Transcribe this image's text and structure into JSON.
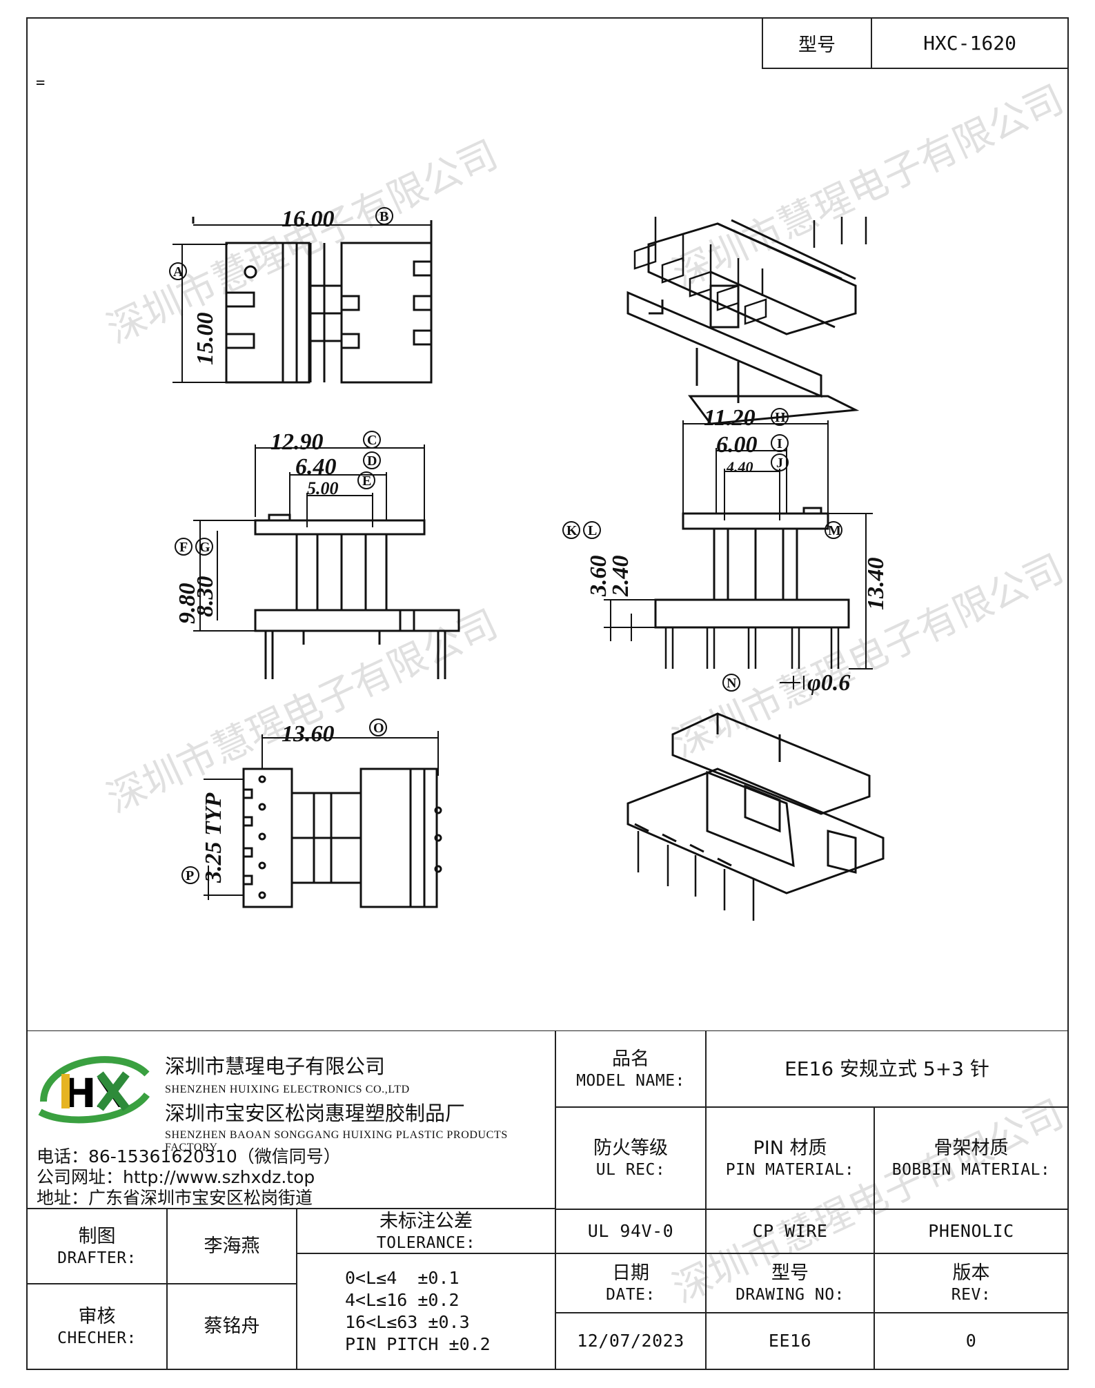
{
  "header": {
    "model_label": "型号",
    "model_value": "HXC-1620"
  },
  "note_mark": "=",
  "watermark": "深圳市慧瑆电子有限公司",
  "drawing": {
    "top_view": {
      "width": "16.00",
      "width_ref": "B",
      "height": "15.00",
      "height_ref": "A"
    },
    "front_view": {
      "d1": "12.90",
      "d1_ref": "C",
      "d2": "6.40",
      "d2_ref": "D",
      "d3": "5.00",
      "d3_ref": "E",
      "h1": "9.80",
      "h1_ref": "F",
      "h2": "8.30",
      "h2_ref": "G"
    },
    "side_view": {
      "d1": "11.20",
      "d1_ref": "H",
      "d2": "6.00",
      "d2_ref": "I",
      "d3": "4.40",
      "d3_ref": "J",
      "h1": "3.60",
      "h1_ref": "K",
      "h2": "2.40",
      "h2_ref": "L",
      "h3": "13.40",
      "h3_ref": "M",
      "pin": "φ0.6",
      "pin_ref": "N"
    },
    "bottom_view": {
      "width": "13.60",
      "width_ref": "O",
      "pitch": "3.25 TYP",
      "pitch_ref": "P"
    }
  },
  "company": {
    "logo_text": "HX",
    "name_cn": "深圳市慧瑆电子有限公司",
    "name_en": "SHENZHEN HUIXING ELECTRONICS CO.,LTD",
    "factory_cn": "深圳市宝安区松岗惠瑆塑胶制品厂",
    "factory_en": "SHENZHEN BAOAN SONGGANG HUIXING PLASTIC PRODUCTS FACTORY",
    "phone": "电话：86-15361620310（微信同号）",
    "website": "公司网址：http://www.szhxdz.top",
    "address": "地址：广东省深圳市宝安区松岗街道"
  },
  "title_block": {
    "model_name_cn": "品名",
    "model_name_en": "MODEL NAME:",
    "model_name_value": "EE16 安规立式 5+3 针",
    "ul_cn": "防火等级",
    "ul_en": "UL REC:",
    "ul_value": "UL 94V-0",
    "pin_mat_cn": "PIN 材质",
    "pin_mat_en": "PIN MATERIAL:",
    "pin_mat_value": "CP WIRE",
    "bobbin_cn": "骨架材质",
    "bobbin_en": "BOBBIN MATERIAL:",
    "bobbin_value": "PHENOLIC",
    "drafter_cn": "制图",
    "drafter_en": "DRAFTER:",
    "drafter_value": "李海燕",
    "checker_cn": "审核",
    "checker_en": "CHECHER:",
    "checker_value": "蔡铭舟",
    "tol_cn": "未标注公差",
    "tol_en": "TOLERANCE:",
    "tol_1": "0<L≤4  ±0.1",
    "tol_2": "4<L≤16 ±0.2",
    "tol_3": "16<L≤63 ±0.3",
    "tol_4": "PIN PITCH ±0.2",
    "date_cn": "日期",
    "date_en": "DATE:",
    "date_value": "12/07/2023",
    "dwg_cn": "型号",
    "dwg_en": "DRAWING NO:",
    "dwg_value": "EE16",
    "rev_cn": "版本",
    "rev_en": "REV:",
    "rev_value": "0"
  }
}
